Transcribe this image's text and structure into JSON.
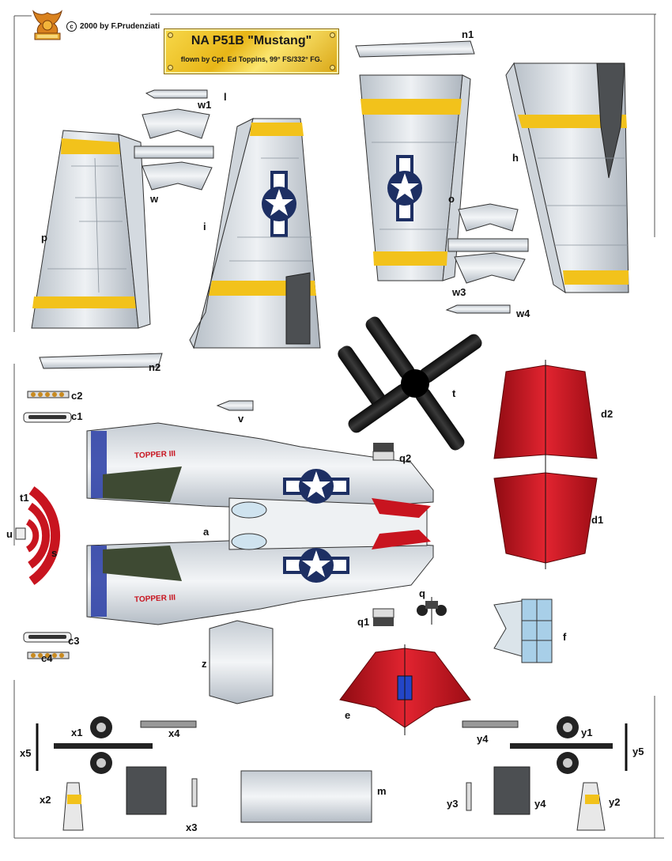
{
  "title_plate": {
    "title": "NA P51B \"Mustang\"",
    "subtitle": "flown by Cpt. Ed Toppins, 99° FS/332° FG."
  },
  "copyright": {
    "symbol": "c",
    "text": "2000 by F.Prudenziati"
  },
  "fuselage_marking": "TOPPER III",
  "part_labels": {
    "a": "a",
    "c1": "c1",
    "c2": "c2",
    "c3": "c3",
    "c4": "c4",
    "d1": "d1",
    "d2": "d2",
    "e": "e",
    "f": "f",
    "h": "h",
    "i": "i",
    "l": "l",
    "m": "m",
    "n1": "n1",
    "n2": "n2",
    "o": "o",
    "p": "p",
    "q": "q",
    "q1": "q1",
    "q2": "q2",
    "s": "s",
    "t": "t",
    "t1": "t1",
    "u": "u",
    "v": "v",
    "w": "w",
    "w1": "w1",
    "w3": "w3",
    "w4": "w4",
    "x1": "x1",
    "x2": "x2",
    "x3": "x3",
    "x4": "x4",
    "x5": "x5",
    "y1": "y1",
    "y2": "y2",
    "y3": "y3",
    "y4": "y4",
    "y4b": "y4",
    "y5": "y5",
    "z": "z"
  },
  "colors": {
    "aluminium": "#d7dde3",
    "yellow_band": "#f2c21b",
    "insignia_blue": "#1d2f63",
    "red_tail": "#c8141f",
    "prop_black": "#1b1b1b",
    "olive_drab": "#3e4a33",
    "canopy_blue": "#a8cfe8"
  }
}
